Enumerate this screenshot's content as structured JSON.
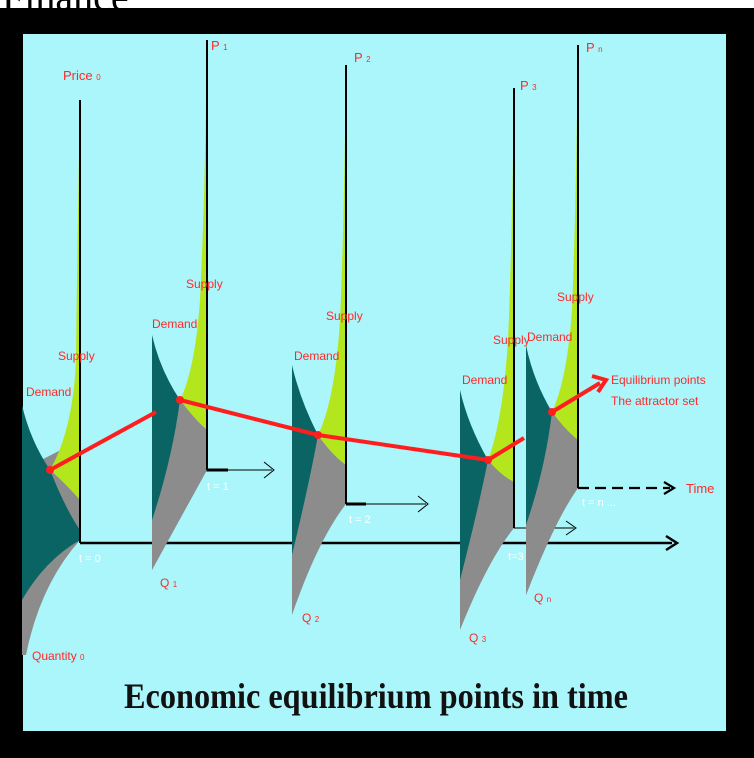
{
  "header": {
    "cut_word": "Finance"
  },
  "title": "Economic equilibrium points in time",
  "colors": {
    "frame": "#000000",
    "background": "#aaf6fa",
    "supply": "#b4e61e",
    "demand": "#0a6464",
    "quantity_plane": "#8c8c8c",
    "path": "#ff1e1e",
    "axis": "#000000"
  },
  "slices": [
    {
      "price": {
        "label": "Price",
        "sub": "0"
      },
      "quantity": {
        "label": "Quantity",
        "sub": "0"
      },
      "time": "t = 0",
      "supply": "Supply",
      "demand": "Demand"
    },
    {
      "price": {
        "label": "P",
        "sub": "1"
      },
      "quantity": {
        "label": "Q",
        "sub": "1"
      },
      "time": "t = 1",
      "supply": "Supply",
      "demand": "Demand"
    },
    {
      "price": {
        "label": "P",
        "sub": "2"
      },
      "quantity": {
        "label": "Q",
        "sub": "2"
      },
      "time": "t = 2",
      "supply": "Supply",
      "demand": "Demand"
    },
    {
      "price": {
        "label": "P",
        "sub": "3"
      },
      "quantity": {
        "label": "Q",
        "sub": "3"
      },
      "time": "t=3",
      "supply": "Supply",
      "demand": "Demand"
    },
    {
      "price": {
        "label": "P",
        "sub": "n"
      },
      "quantity": {
        "label": "Q",
        "sub": "n"
      },
      "time": "t = n ...",
      "supply": "Supply",
      "demand": "Demand"
    }
  ],
  "time_axis_label": "Time",
  "equilibrium": {
    "line1": "Equilibrium points",
    "line2": "The attractor set"
  }
}
